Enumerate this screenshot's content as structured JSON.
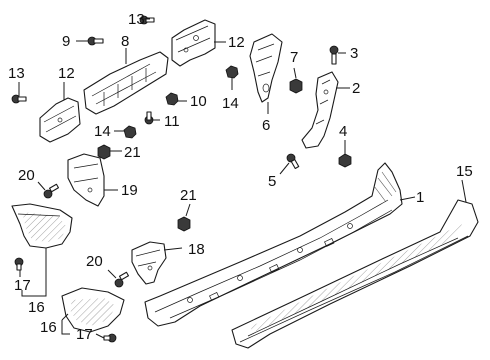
{
  "callouts": {
    "c1": "1",
    "c2": "2",
    "c3": "3",
    "c4": "4",
    "c5": "5",
    "c6": "6",
    "c7": "7",
    "c8": "8",
    "c9": "9",
    "c10": "10",
    "c11": "11",
    "c12a": "12",
    "c12b": "12",
    "c13a": "13",
    "c13b": "13",
    "c14a": "14",
    "c14b": "14",
    "c15": "15",
    "c16a": "16",
    "c16b": "16",
    "c17a": "17",
    "c17b": "17",
    "c19": "19",
    "c20a": "20",
    "c20b": "20",
    "c21a": "21",
    "c21b": "21",
    "c18": "18"
  }
}
